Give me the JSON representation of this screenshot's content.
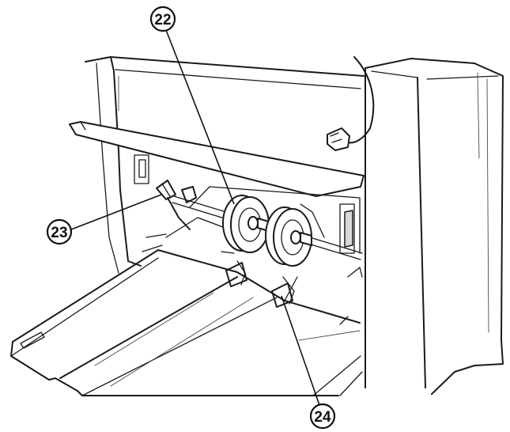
{
  "callouts": [
    {
      "id": "c22",
      "label": "22"
    },
    {
      "id": "c23",
      "label": "23"
    },
    {
      "id": "c24",
      "label": "24"
    }
  ]
}
